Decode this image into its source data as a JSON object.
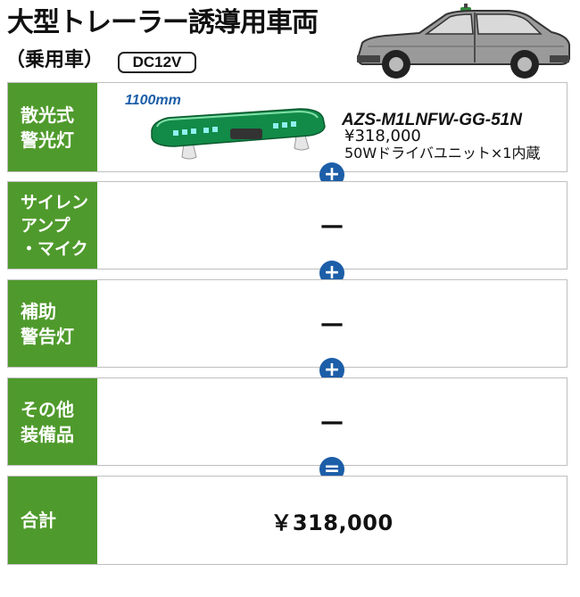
{
  "header": {
    "title": "大型トレーラー誘導用車両",
    "subtitle": "（乗用車）",
    "voltage_badge": "DC12V"
  },
  "rows": {
    "light": {
      "label_line1": "散光式",
      "label_line2": "警光灯",
      "size": "1100mm",
      "model": "AZS-M1LNFW-GG-51N",
      "price": "¥318,000",
      "note": "50Wドライバユニット×1内蔵"
    },
    "siren": {
      "label_line1": "サイレン",
      "label_line2": "アンプ",
      "label_line3": "・マイク",
      "value": "—"
    },
    "aux": {
      "label_line1": "補助",
      "label_line2": "警告灯",
      "value": "—"
    },
    "other": {
      "label_line1": "その他",
      "label_line2": "装備品",
      "value": "—"
    },
    "total": {
      "label": "合計",
      "value": "￥318,000"
    }
  },
  "operators": {
    "plus": "+",
    "equals": "="
  },
  "colors": {
    "label_green": "#4f9a2c",
    "operator_blue": "#1c5ea8",
    "lightbar_green": "#1aa05a"
  },
  "icons": {
    "car": "sedan-car-icon",
    "lightbar": "lightbar-icon"
  }
}
